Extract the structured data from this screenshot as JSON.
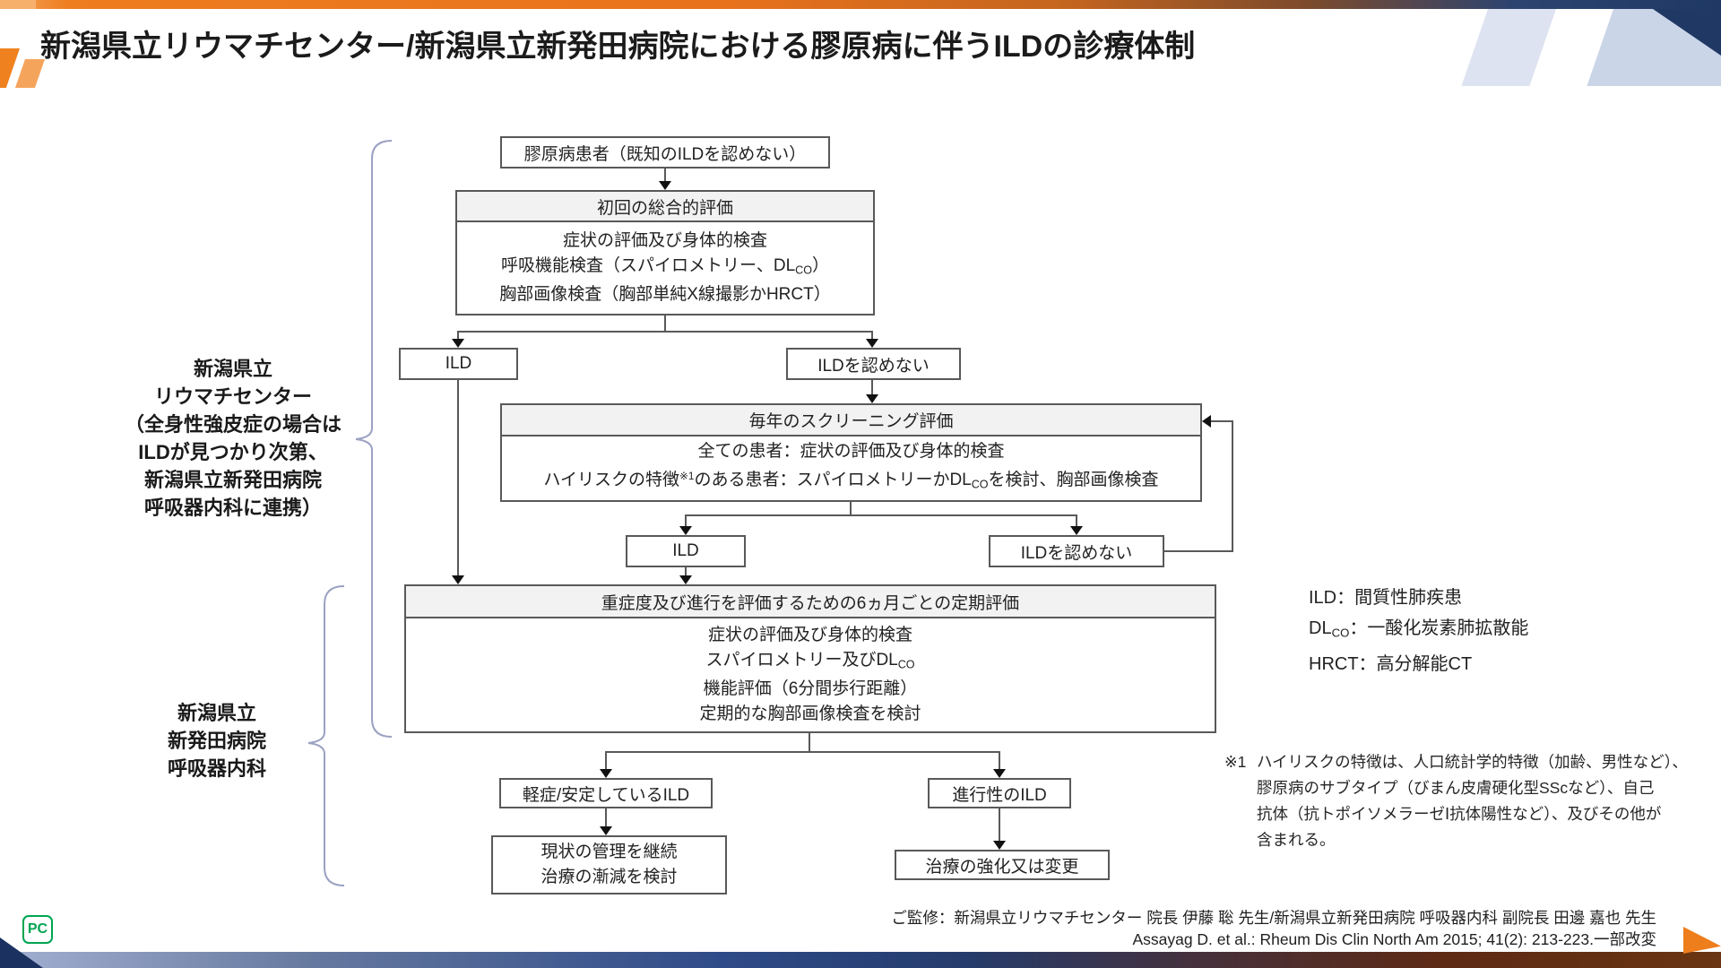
{
  "header": {
    "title": "新潟県立リウマチセンター/新潟県立新発田病院における膠原病に伴うILDの診療体制"
  },
  "flow": {
    "patient": "膠原病患者（既知のILDを認めない）",
    "initial": {
      "header": "初回の総合的評価",
      "l1": "症状の評価及び身体的検査",
      "l2_pre": "呼吸機能検査（スパイロメトリー、DL",
      "l2_sub": "CO",
      "l2_post": "）",
      "l3": "胸部画像検査（胸部単純X線撮影かHRCT）"
    },
    "ild1": "ILD",
    "no_ild1": "ILDを認めない",
    "screening": {
      "header": "毎年のスクリーニング評価",
      "l1": "全ての患者：症状の評価及び身体的検査",
      "l2_pre": "ハイリスクの特徴",
      "l2_sup": "※1",
      "l2_mid": "のある患者：スパイロメトリーかDL",
      "l2_sub": "CO",
      "l2_post": "を検討、胸部画像検査"
    },
    "ild2": "ILD",
    "no_ild2": "ILDを認めない",
    "periodic": {
      "header": "重症度及び進行を評価するための6ヵ月ごとの定期評価",
      "l1": "症状の評価及び身体的検査",
      "l2_pre": "スパイロメトリー及びDL",
      "l2_sub": "CO",
      "l3": "機能評価（6分間歩行距離）",
      "l4": "定期的な胸部画像検査を検討"
    },
    "mild": "軽症/安定しているILD",
    "progressive": "進行性のILD",
    "maintain": {
      "l1": "現状の管理を継続",
      "l2": "治療の漸減を検討"
    },
    "intensify": "治療の強化又は変更"
  },
  "left_labels": {
    "rheumatology": [
      "新潟県立",
      "リウマチセンター",
      "（全身性強皮症の場合は",
      "ILDが見つかり次第、",
      "新潟県立新発田病院",
      "呼吸器内科に連携）"
    ],
    "shibata": [
      "新潟県立",
      "新発田病院",
      "呼吸器内科"
    ]
  },
  "abbreviations": {
    "l1": "ILD：間質性肺疾患",
    "l2_pre": "DL",
    "l2_sub": "CO",
    "l2_post": "：一酸化炭素肺拡散能",
    "l3": "HRCT：高分解能CT"
  },
  "footnote": {
    "marker": "※1",
    "lines": [
      "ハイリスクの特徴は、人口統計学的特徴（加齢、男性など）、",
      "膠原病のサブタイプ（びまん皮膚硬化型SScなど）、自己",
      "抗体（抗トポイソメラーゼⅠ抗体陽性など）、及びその他が",
      "含まれる。"
    ]
  },
  "credits": {
    "supervision": "ご監修：新潟県立リウマチセンター 院長 伊藤 聡 先生/新潟県立新発田病院 呼吸器内科 副院長 田邊 嘉也 先生",
    "reference": "Assayag D. et al.: Rheum Dis Clin North Am 2015; 41(2): 213-223.一部改変"
  },
  "logo": {
    "text": "PC"
  },
  "colors": {
    "accent_orange": "#ed7d1f",
    "accent_navy": "#1f3864",
    "stripe_light": "#dde3f0",
    "stripe_mid": "#cbd5e8",
    "line": "#595959",
    "header_fill": "#f2f2f2",
    "bracket": "#9ba1c2",
    "logo_green": "#00a551"
  }
}
